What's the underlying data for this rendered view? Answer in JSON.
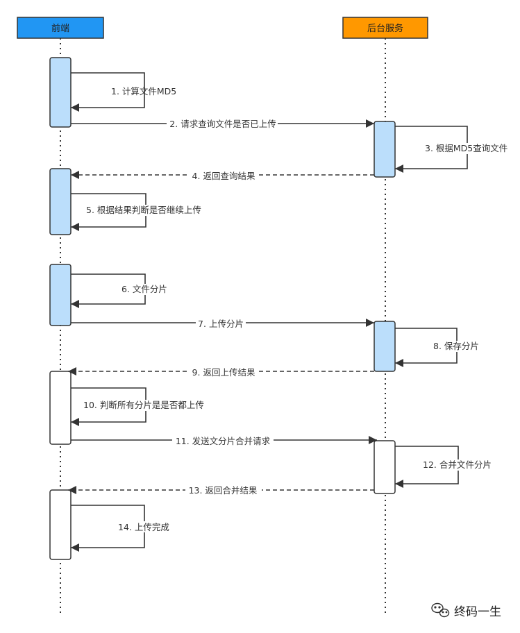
{
  "participants": [
    {
      "id": "frontend",
      "label": "前端",
      "color": "#2196F3"
    },
    {
      "id": "backend",
      "label": "后台服务",
      "color": "#FF9800"
    }
  ],
  "colors": {
    "activation_active": "#BBDEFB",
    "activation_idle": "#FFFFFF",
    "stroke": "#333333"
  },
  "steps": [
    {
      "num": 1,
      "text": "1. 计算文件MD5"
    },
    {
      "num": 2,
      "text": "2. 请求查询文件是否已上传"
    },
    {
      "num": 3,
      "text": "3. 根据MD5查询文件"
    },
    {
      "num": 4,
      "text": "4. 返回查询结果"
    },
    {
      "num": 5,
      "text": "5. 根据结果判断是否继续上传"
    },
    {
      "num": 6,
      "text": "6. 文件分片"
    },
    {
      "num": 7,
      "text": "7. 上传分片"
    },
    {
      "num": 8,
      "text": "8. 保存分片"
    },
    {
      "num": 9,
      "text": "9. 返回上传结果"
    },
    {
      "num": 10,
      "text": "10. 判断所有分片是是否都上传"
    },
    {
      "num": 11,
      "text": "11. 发送文分片合并请求"
    },
    {
      "num": 12,
      "text": "12. 合并文件分片"
    },
    {
      "num": 13,
      "text": "13. 返回合并结果"
    },
    {
      "num": 14,
      "text": "14. 上传完成"
    }
  ],
  "watermark": {
    "text": "终码一生",
    "icon": "wechat-icon"
  }
}
